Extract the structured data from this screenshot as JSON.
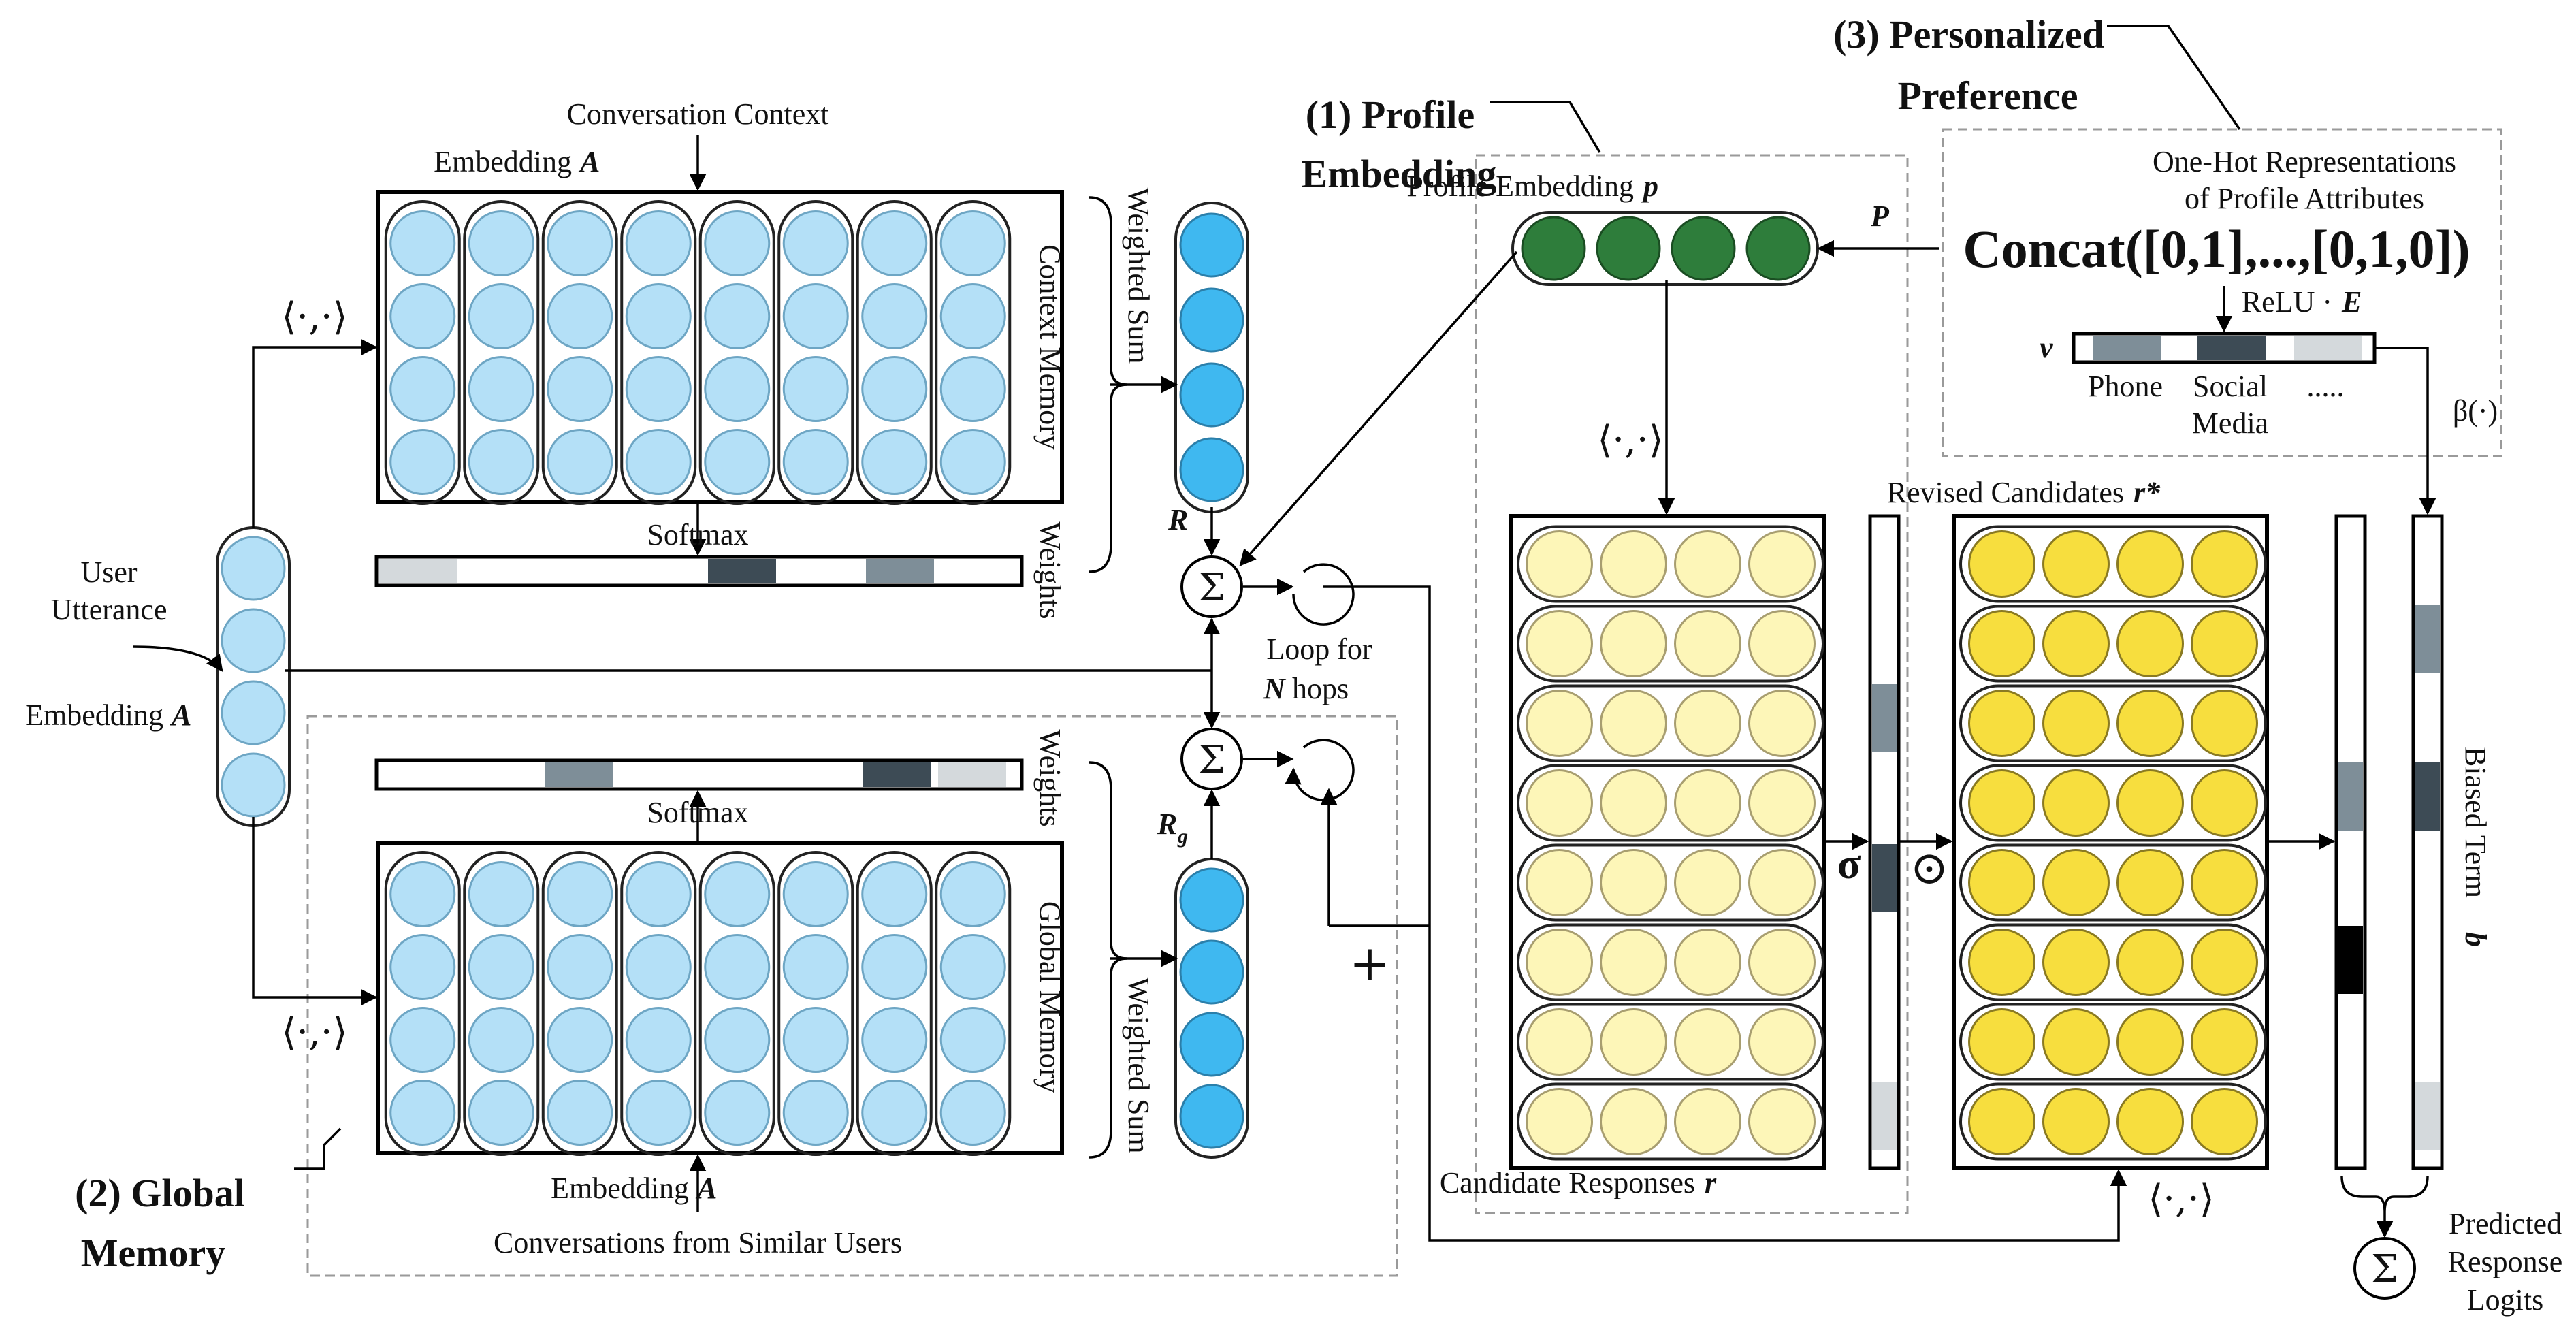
{
  "colors": {
    "memory_fill": "#b4e0f7",
    "memory_stroke": "#6ea6c4",
    "weighted_fill": "#3fb8f0",
    "profile_fill": "#2e7d3b",
    "candidate_fill": "#fdf6b8",
    "revised_fill": "#f7de3e",
    "gray_light": "#d4d9dc",
    "gray_mid": "#7e8e98",
    "gray_dark": "#3d4b55",
    "black": "#000000"
  },
  "labels": {
    "conversation_context": "Conversation Context",
    "embedding_a_top": "Embedding",
    "embedding_a_top_var": "A",
    "context_memory": "Context Memory",
    "weighted_sum_top": "Weighted Sum",
    "weights_top": "Weights",
    "softmax_top": "Softmax",
    "r_var": "R",
    "inner_product_top": "⟨·,·⟩",
    "user_utterance_1": "User",
    "user_utterance_2": "Utterance",
    "embedding_a_left": "Embedding",
    "embedding_a_left_var": "A",
    "loop_for": "Loop for",
    "n_hops_var": "N",
    "n_hops": "hops",
    "weights_bottom": "Weights",
    "softmax_bottom": "Softmax",
    "rg_var": "R",
    "rg_sub": "g",
    "global_memory_vertical": "Global Memory",
    "weighted_sum_bottom": "Weighted Sum",
    "inner_product_bottom": "⟨·,·⟩",
    "embedding_a_bottom": "Embedding",
    "embedding_a_bottom_var": "A",
    "conversations_similar": "Conversations from Similar Users",
    "global_memory_title_1": "(2) Global",
    "global_memory_title_2": "Memory",
    "plus": "+",
    "profile_title_1": "(1) Profile",
    "profile_title_2": "Embedding",
    "profile_embedding_p": "Profile Embedding",
    "profile_embedding_p_var": "p",
    "p_matrix_var": "P",
    "inner_product_profile": "⟨·,·⟩",
    "candidate_responses": "Candidate Responses",
    "candidate_responses_var": "r",
    "sigma_gate": "σ",
    "odot": "⊙",
    "revised_candidates": "Revised Candidates",
    "revised_candidates_var": "r*",
    "inner_product_revised": "⟨·,·⟩",
    "personalized_title_1": "(3) Personalized",
    "personalized_title_2": "Preference",
    "one_hot_1": "One-Hot Representations",
    "one_hot_2": "of Profile Attributes",
    "concat": "Concat([0,1],...,[0,1,0])",
    "relu_e": "ReLU ·",
    "relu_e_var": "E",
    "v_var": "v",
    "phone": "Phone",
    "social_1": "Social",
    "social_2": "Media",
    "dots": ".....",
    "beta": "β(·)",
    "biased_term": "Biased Term",
    "biased_term_var": "b",
    "predicted_1": "Predicted",
    "predicted_2": "Response",
    "predicted_3": "Logits",
    "sum_symbol": "Σ"
  }
}
